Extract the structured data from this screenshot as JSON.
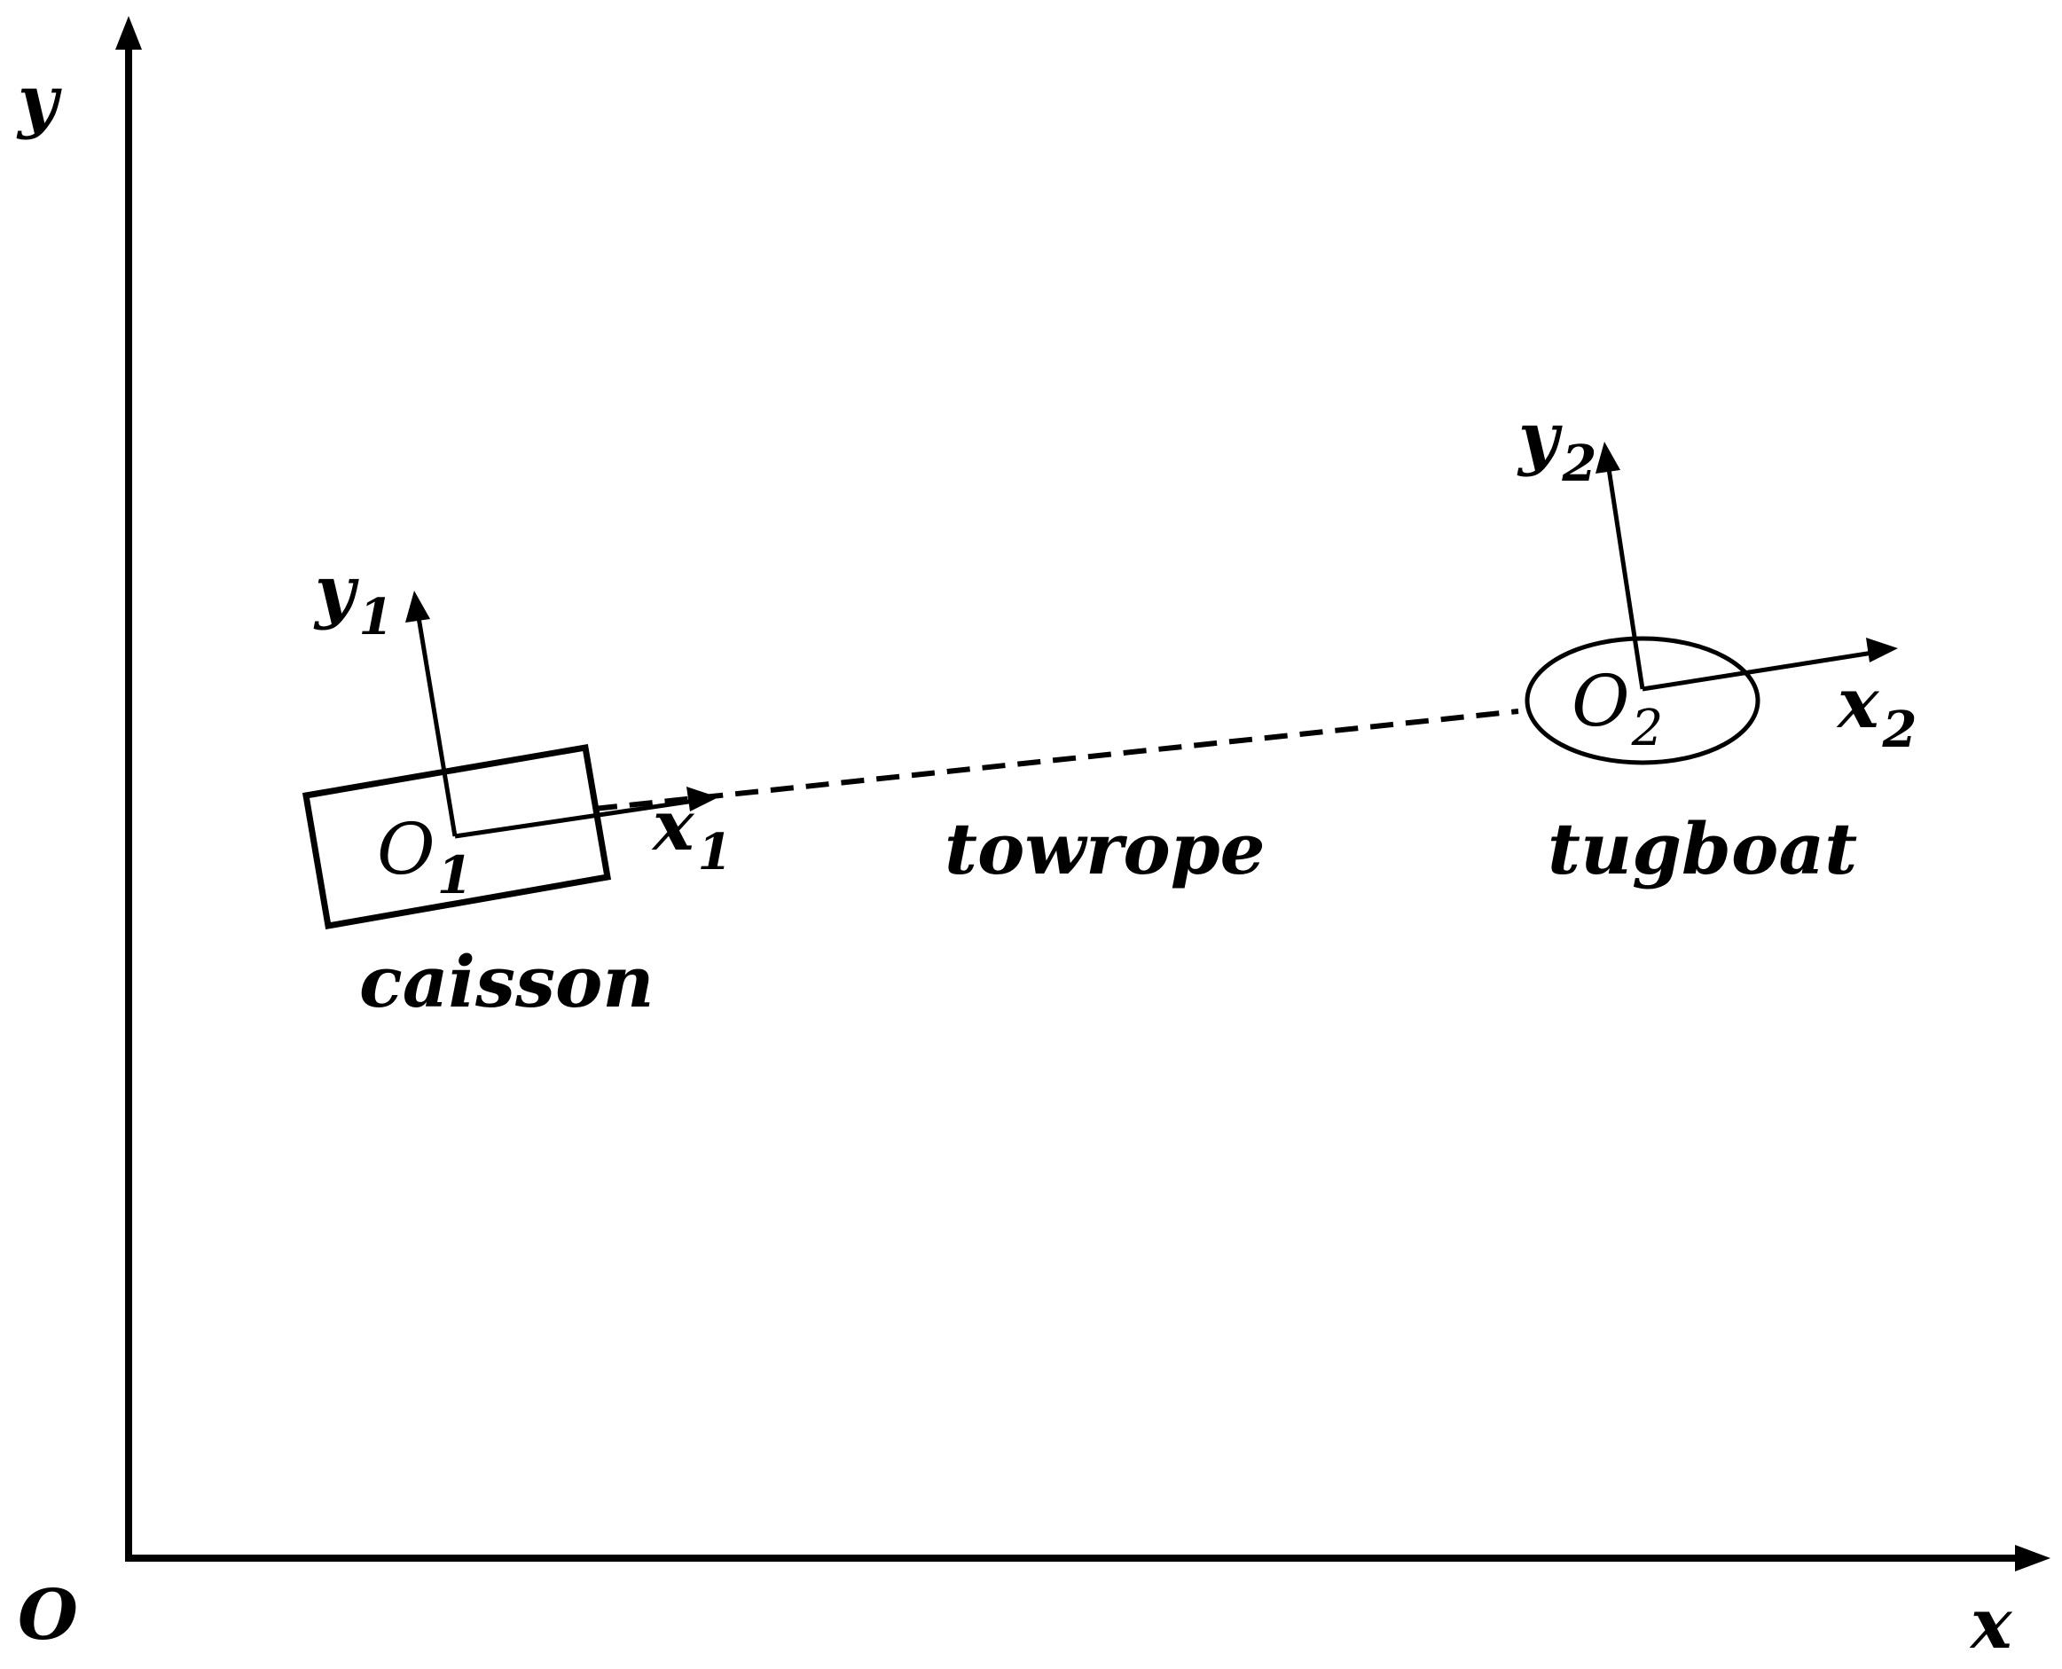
{
  "axes": {
    "origin_label": "O",
    "x_label": "x",
    "y_label": "y"
  },
  "caisson": {
    "name": "caisson",
    "origin_label": "O",
    "origin_sub": "1",
    "x_axis_label": "x",
    "x_axis_sub": "1",
    "y_axis_label": "y",
    "y_axis_sub": "1"
  },
  "tugboat": {
    "name": "tugboat",
    "origin_label": "O",
    "origin_sub": "2",
    "x_axis_label": "x",
    "x_axis_sub": "2",
    "y_axis_label": "y",
    "y_axis_sub": "2"
  },
  "towrope": {
    "name": "towrope"
  },
  "colors": {
    "ink": "#000000",
    "background": "#ffffff"
  }
}
